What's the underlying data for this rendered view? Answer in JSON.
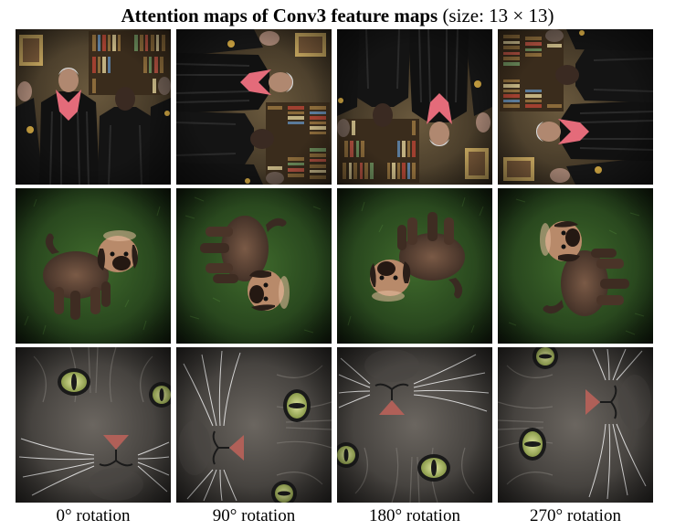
{
  "title": {
    "bold_text": "Attention maps of Conv3 feature maps",
    "size_text": "(size: 13 × 13)"
  },
  "rotations": [
    {
      "angle": 0,
      "label": "0° rotation"
    },
    {
      "angle": 90,
      "label": "90° rotation"
    },
    {
      "angle": 180,
      "label": "180° rotation"
    },
    {
      "angle": 270,
      "label": "270° rotation"
    }
  ],
  "rows": [
    {
      "subject": "people"
    },
    {
      "subject": "puppy"
    },
    {
      "subject": "cat"
    }
  ]
}
